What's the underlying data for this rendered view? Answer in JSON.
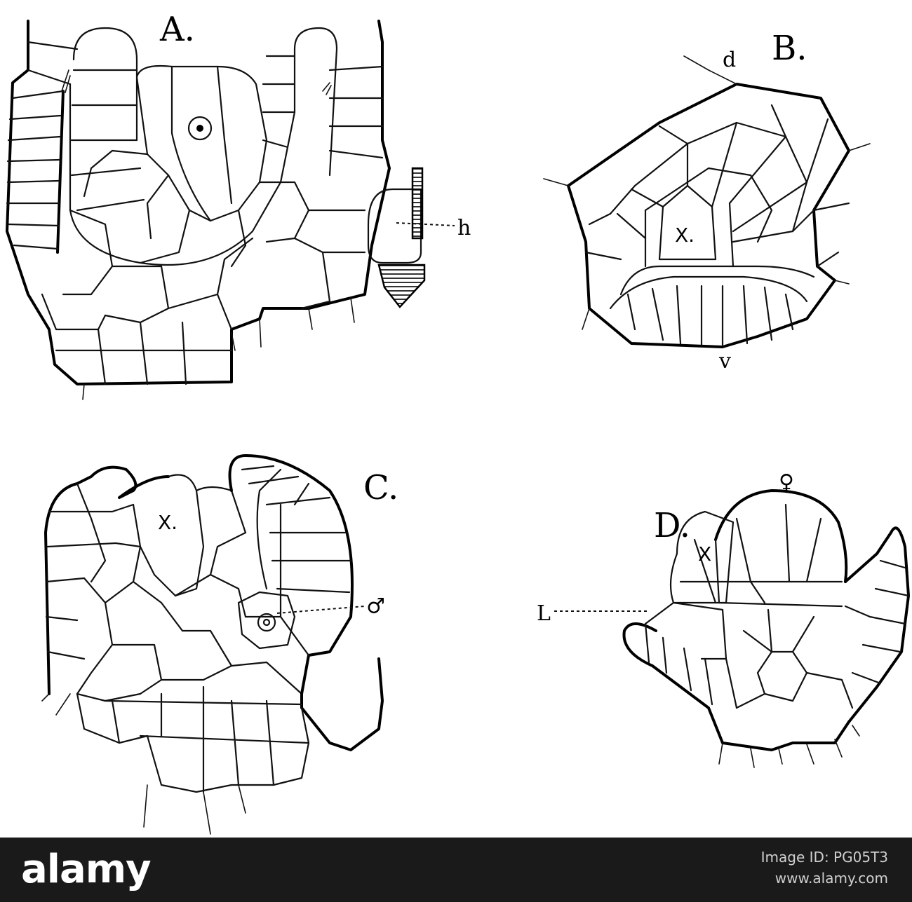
{
  "panels": {
    "a": {
      "label": "A.",
      "marker_h": "h"
    },
    "b": {
      "label": "B.",
      "marker_d": "d",
      "marker_v": "v",
      "marker_x": "X."
    },
    "c": {
      "label": "C.",
      "marker_x": "X.",
      "marker_male": "♂"
    },
    "d": {
      "label": "D.",
      "marker_x": "X",
      "marker_female": "♀",
      "marker_l": "L"
    }
  },
  "banner": {
    "brand": "alamy",
    "image_id": "Image ID: PG05T3",
    "url": "www.alamy.com",
    "background_color": "#1a1a1a"
  }
}
